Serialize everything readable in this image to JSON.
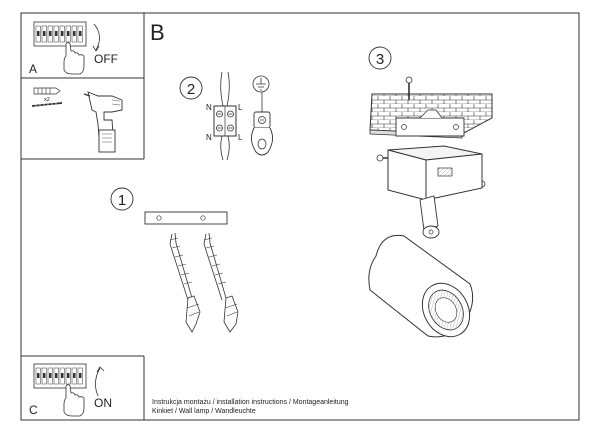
{
  "panels": {
    "a": {
      "letter": "A",
      "switch_label": "OFF"
    },
    "b": {
      "letter": "B"
    },
    "c": {
      "letter": "C",
      "switch_label": "ON"
    }
  },
  "tools": {
    "quantity": "x2"
  },
  "steps": {
    "step1": "1",
    "step2": "2",
    "step3": "3"
  },
  "wiring": {
    "n_top": "N",
    "l_top": "L",
    "n_bottom": "N",
    "l_bottom": "L"
  },
  "footer": {
    "line1": "Instrukcja montażu / installation instructions / Montageanleitung",
    "line2": "Kinkiet / Wall lamp / Wandleuchte"
  }
}
